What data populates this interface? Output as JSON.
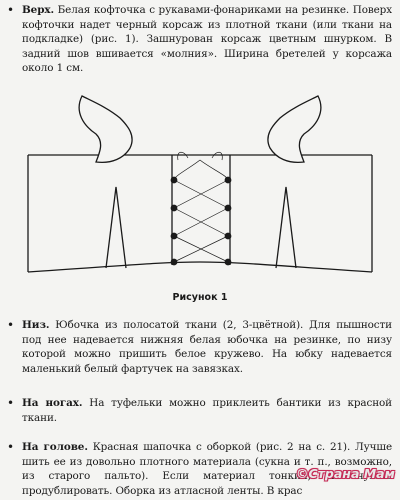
{
  "sections": [
    {
      "bullet": "•",
      "heading": "Верх.",
      "text": " Белая кофточка с рукавами-фонариками на резинке. Поверх кофточки надет черный корсаж из плотной ткани (или ткани на подкладке) (рис. 1). Зашнурован корсаж цветным шнурком. В задний шов вшивается «молния». Ширина бретелей у корсажа около 1 см."
    },
    {
      "bullet": "•",
      "heading": "Низ.",
      "text": " Юбочка из полосатой ткани (2, 3-цвётной). Для пышности под нее надевается нижняя белая юбочка на резинке, по низу которой можно пришить белое кружево. На юбку надевается маленький белый фартучек на завязках."
    },
    {
      "bullet": "•",
      "heading": "На ногах.",
      "text": " На туфельки можно приклеить бантики из красной ткани."
    },
    {
      "bullet": "•",
      "heading": "На голове.",
      "text": " Красная шапочка с оборкой (рис. 2 на с. 21). Лучше шить ее из довольно плотного материала (сукна и т. п., возможно, из старого пальто). Если материал тонкий, его нужно продублировать. Оборка из атласной ленты. В крас"
    }
  ],
  "figure": {
    "caption": "Рисунок 1"
  },
  "watermark": {
    "text": "©Страна Мам"
  }
}
